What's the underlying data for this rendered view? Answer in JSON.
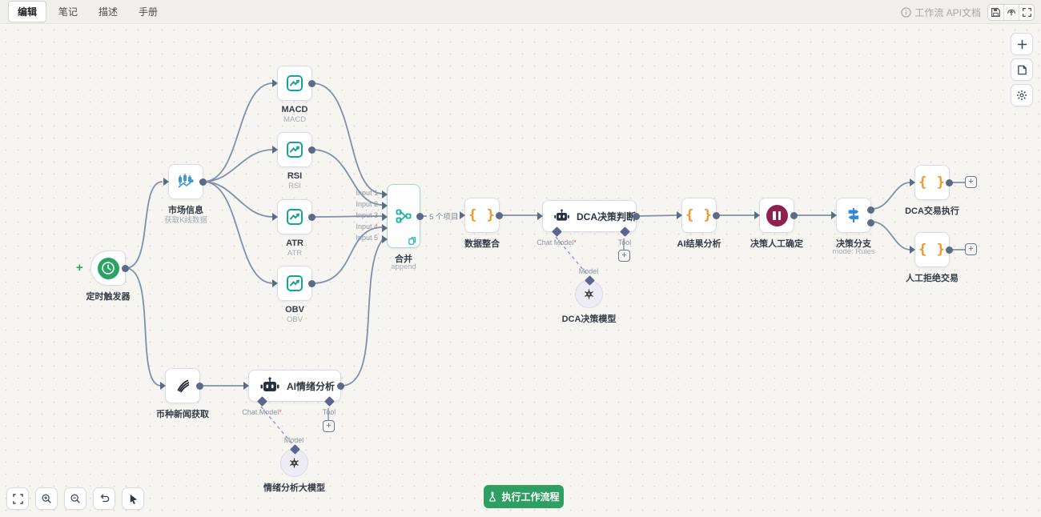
{
  "topbar": {
    "tabs": [
      {
        "label": "编辑",
        "active": true
      },
      {
        "label": "笔记",
        "active": false
      },
      {
        "label": "描述",
        "active": false
      },
      {
        "label": "手册",
        "active": false
      }
    ],
    "docs_link": "工作流 API文档",
    "right_icons": [
      "save-icon",
      "publish-icon",
      "fullscreen-icon"
    ]
  },
  "side_toolbar": [
    "add-node",
    "sticky-note",
    "settings"
  ],
  "zoom_toolbar": [
    "fit-view",
    "zoom-in",
    "zoom-out",
    "undo",
    "pointer-mode"
  ],
  "run_button": {
    "label": "执行工作流程",
    "icon": "flask-icon",
    "color": "#2f9e63"
  },
  "glyphs": {
    "plus": "+",
    "braces": "{ }"
  },
  "ports": {
    "chat_model": "Chat Model",
    "required": "*",
    "tool": "Tool",
    "model": "Model"
  },
  "edge_labels": {
    "merge_output": "5 个项目"
  },
  "merge_inputs": [
    "Input 1",
    "Input 2",
    "Input 3",
    "Input 4",
    "Input 5"
  ],
  "nodes": {
    "timer": {
      "label": "定时触发器",
      "icon": "clock-icon",
      "color": "#2aa263"
    },
    "market": {
      "label": "市场信息",
      "sublabel": "获取K线数据",
      "icon": "candlestick-icon",
      "color": "#3e96d2"
    },
    "macd": {
      "label": "MACD",
      "sublabel": "MACD",
      "icon": "line-chart-icon",
      "color": "#14a396"
    },
    "rsi": {
      "label": "RSI",
      "sublabel": "RSI",
      "icon": "line-chart-icon",
      "color": "#14a396"
    },
    "atr": {
      "label": "ATR",
      "sublabel": "ATR",
      "icon": "line-chart-icon",
      "color": "#14a396"
    },
    "obv": {
      "label": "OBV",
      "sublabel": "OBV",
      "icon": "line-chart-icon",
      "color": "#14a396"
    },
    "merge": {
      "label": "合并",
      "sublabel": "append",
      "icon": "merge-icon",
      "color": "#14b0a0"
    },
    "integrate": {
      "label": "数据整合",
      "icon": "braces-icon",
      "color": "#f6921e"
    },
    "dca_decision": {
      "label": "DCA决策判断",
      "icon": "robot-icon",
      "color": "#27303f"
    },
    "dca_model": {
      "label": "DCA决策模型",
      "icon": "openai-icon"
    },
    "ai_result": {
      "label": "AI结果分析",
      "icon": "braces-icon",
      "color": "#f6921e"
    },
    "human_confirm": {
      "label": "决策人工确定",
      "icon": "pause-icon",
      "color": "#8e2150"
    },
    "branch": {
      "label": "决策分支",
      "sublabel": "mode: Rules",
      "icon": "signpost-icon",
      "color": "#2f86dd"
    },
    "dca_exec": {
      "label": "DCA交易执行",
      "icon": "braces-icon",
      "color": "#f6921e"
    },
    "reject": {
      "label": "人工拒绝交易",
      "icon": "braces-icon",
      "color": "#f6921e"
    },
    "news": {
      "label": "币种新闻获取",
      "icon": "feather-icon",
      "color": "#222a35"
    },
    "sentiment": {
      "label": "AI情绪分析",
      "icon": "robot-icon",
      "color": "#27303f"
    },
    "sentiment_model": {
      "label": "情绪分析大模型",
      "icon": "openai-icon"
    }
  },
  "colors": {
    "edge": "#7f90a8",
    "dashed_edge": "#8d95c9",
    "canvas": "#f7f5f1",
    "accent_green": "#2f9e63"
  }
}
